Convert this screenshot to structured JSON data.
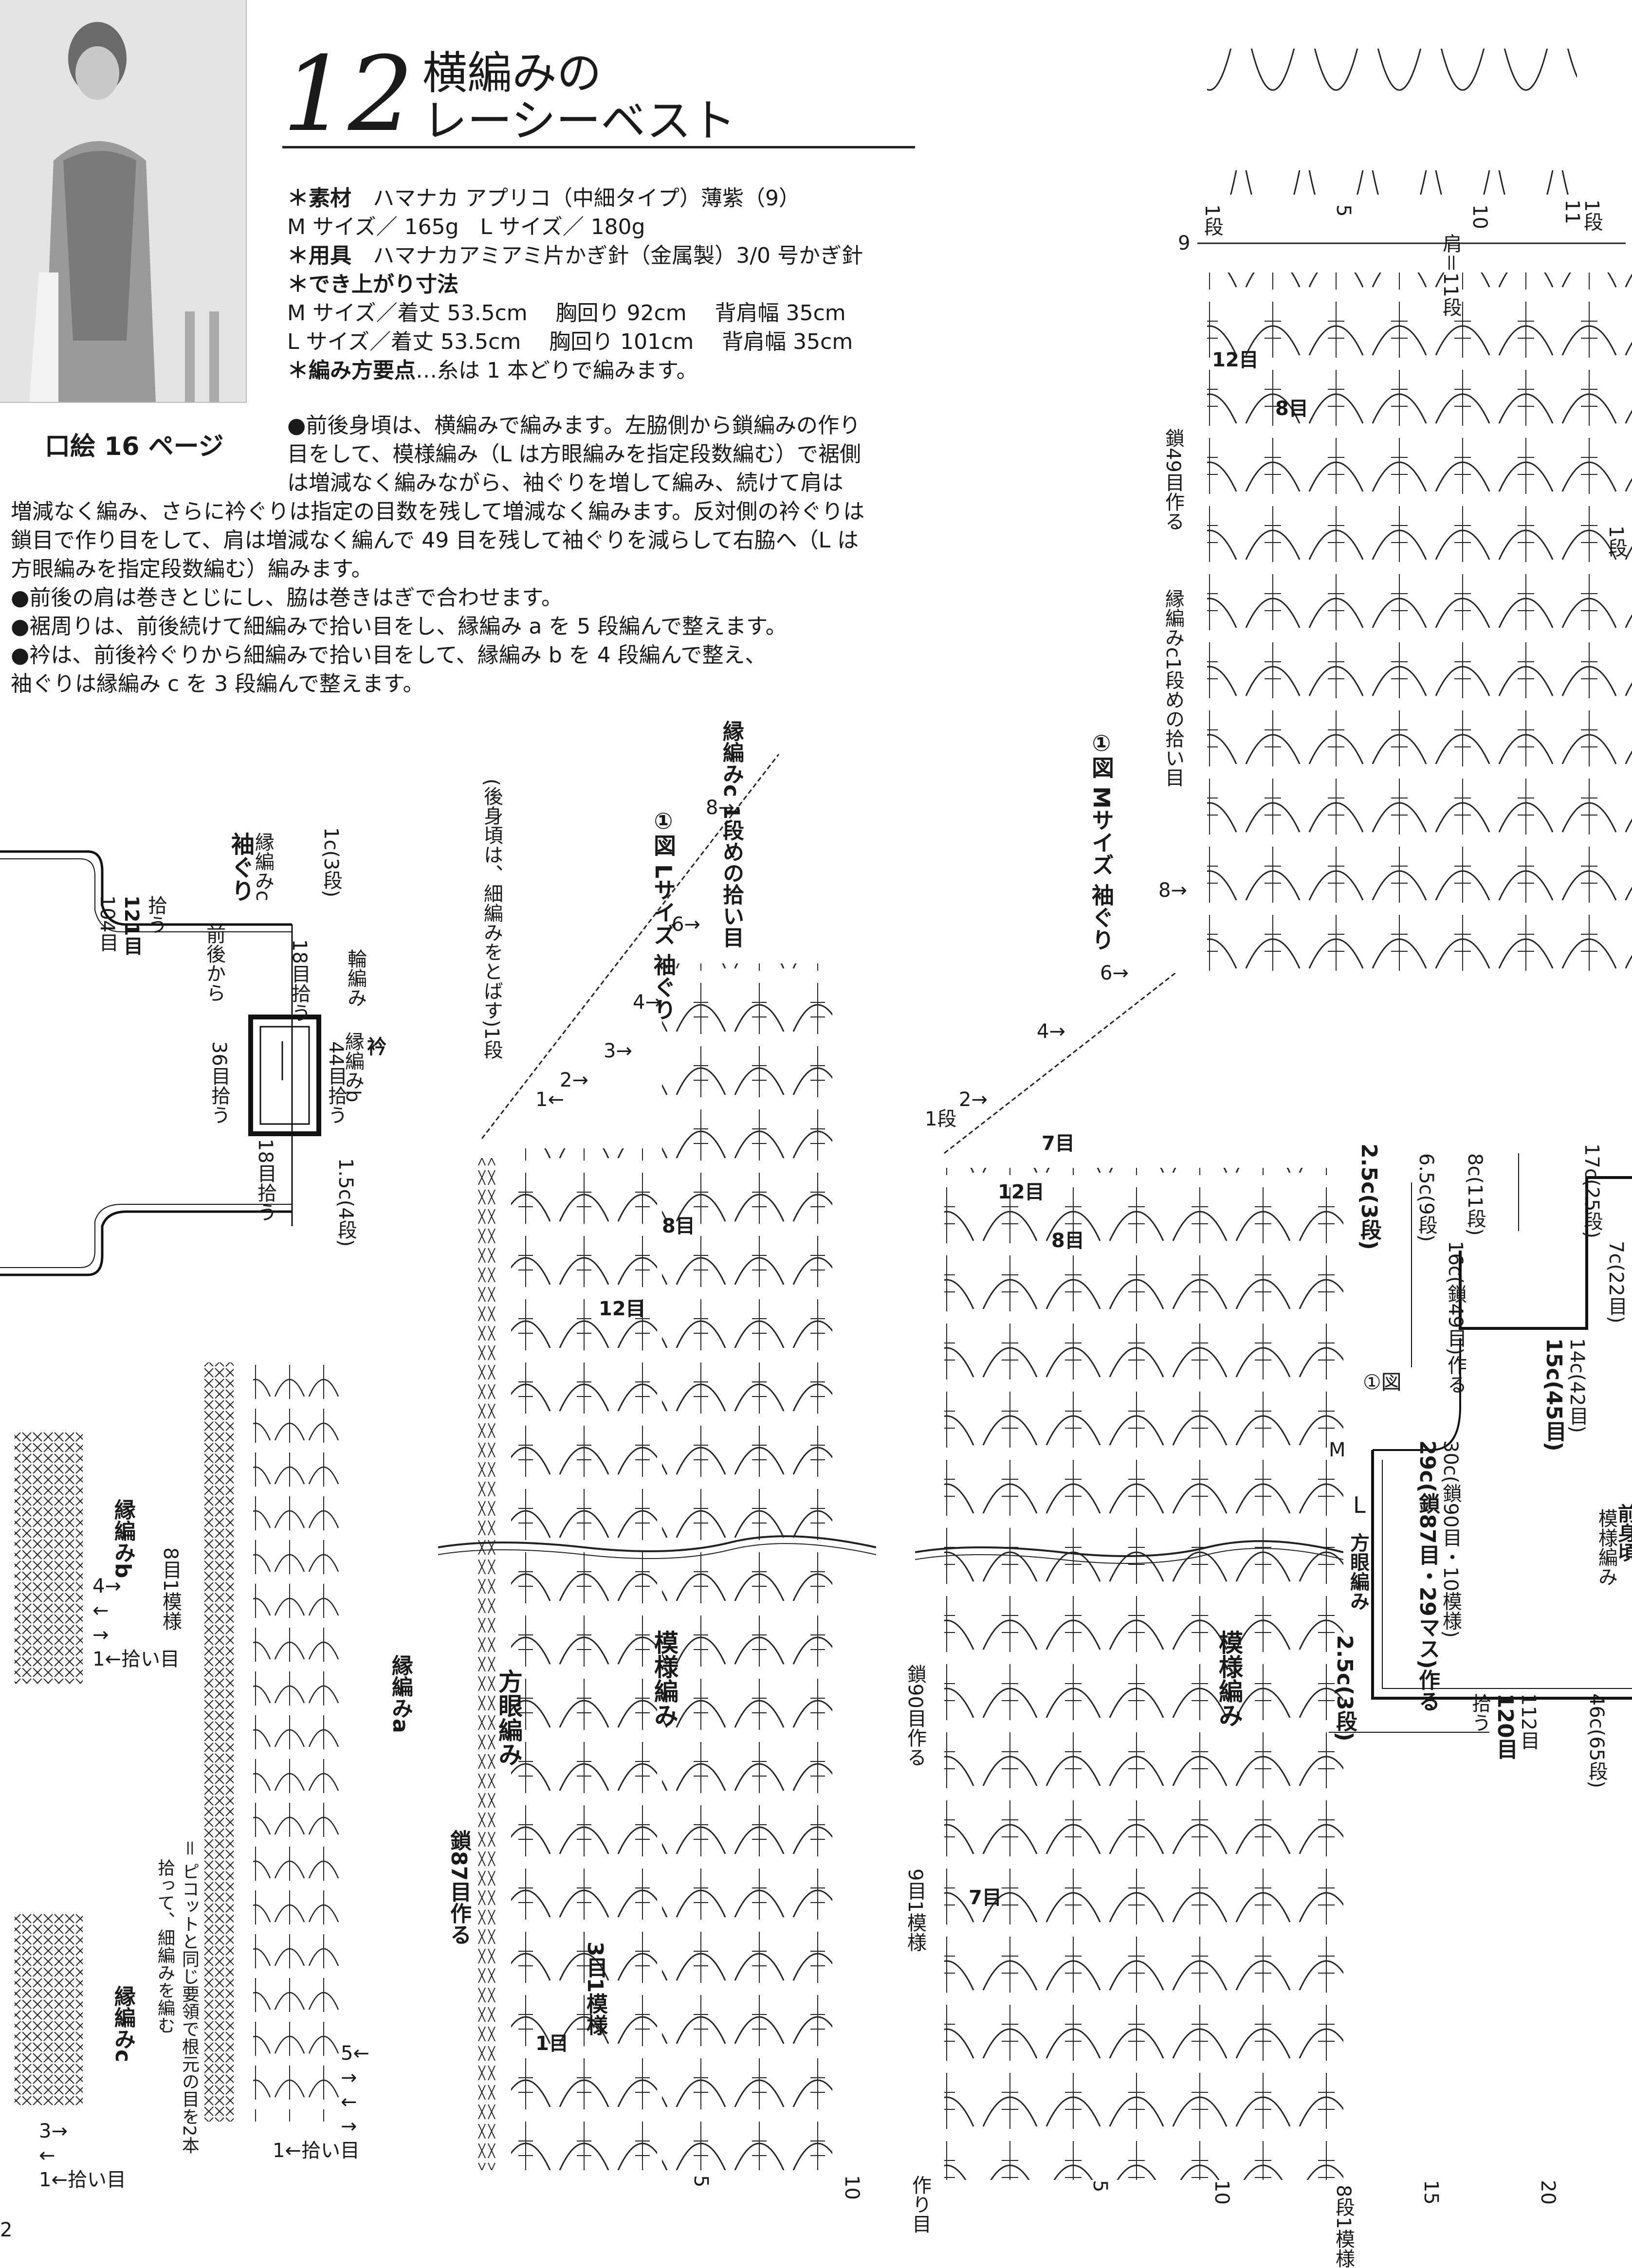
{
  "pattern": {
    "number": "12",
    "title_line1": "横編みの",
    "title_line2": "レーシーベスト",
    "color_page_ref": "口絵 16 ページ"
  },
  "spec": {
    "materials_label": "＊素材",
    "materials": "ハマナカ アプリコ（中細タイプ）薄紫（9）",
    "amounts": "M サイズ／ 165g　L サイズ／ 180g",
    "tools_label": "＊用具",
    "tools": "ハマナカアミアミ片かぎ針（金属製）3/0 号かぎ針",
    "size_label": "＊でき上がり寸法",
    "size_m": "M サイズ／着丈 53.5cm　 胸回り 92cm　 背肩幅 35cm",
    "size_l": "L サイズ／着丈 53.5cm　 胸回り 101cm　 背肩幅 35cm",
    "points_label": "＊編み方要点",
    "points_intro": "…糸は 1 本どりで編みます。"
  },
  "instructions": [
    "●前後身頃は、横編みで編みます。左脇側から鎖編みの作り",
    "目をして、模様編み（L は方眼編みを指定段数編む）で裾側",
    "は増減なく編みながら、袖ぐりを増して編み、続けて肩は",
    "増減なく編み、さらに衿ぐりは指定の目数を残して増減なく編みます。反対側の衿ぐりは",
    "鎖目で作り目をして、肩は増減なく編んで 49 目を残して袖ぐりを減らして右脇へ（L は",
    "方眼編みを指定段数編む）編みます。",
    "●前後の肩は巻きとじにし、脇は巻きはぎで合わせます。",
    "●裾周りは、前後続けて細編みで拾い目をし、縁編み a を 5 段編んで整えます。",
    "●衿は、前後衿ぐりから細編みで拾い目をして、縁編み b を 4 段編んで整え、",
    "袖ぐりは縁編み c を 3 段編んで整えます。"
  ],
  "collar_diagram": {
    "armhole_label": "袖ぐり",
    "armhole_edge": "縁編みc",
    "armhole_rows": "1c(3段)",
    "pickup_104": "104目",
    "pickup_121": "121目",
    "pickup_word": "拾う",
    "from_front_back": "前後から",
    "pick_18_top": "18目拾う",
    "pick_18_bottom": "18目拾う",
    "edge_ring": "輪編み",
    "collar_label": "衿",
    "collar_edge": "縁編みb",
    "pick_44": "44目拾う",
    "pick_36": "36目拾う",
    "collar_rows": "1.5c(4段)"
  },
  "edgings": {
    "edge_b": "縁編みb",
    "edge_b_repeat": "8目1模様",
    "edge_b_rows": [
      "4→",
      "←",
      "→",
      "1←拾い目"
    ],
    "edge_c": "縁編みc",
    "edge_c_rows": [
      "3→",
      "←",
      "1←拾い目"
    ],
    "edge_a": "縁編みa",
    "edge_a_rows": [
      "5←",
      "→",
      "←",
      "→",
      "1←拾い目"
    ],
    "picot_note_1": "＝ ピコットと同じ要領で根元の目を2本",
    "picot_note_2": "拾って、細編みを編む"
  },
  "l_size_chart": {
    "back_note": "(後身頃は、細編みをとばす)1段",
    "edge_pickup": "縁編みc 1段めの拾い目",
    "fig_label": "①図 Lサイズ 袖ぐり",
    "stitch_8": "8目",
    "stitch_12": "12目",
    "pattern_label": "模様編み",
    "grid_label": "方眼編み",
    "chain_87": "鎖87目作る",
    "repeat_3": "3目1模様",
    "row_1": "1目",
    "row_marks": [
      "8→",
      "6→",
      "4→",
      "3→",
      "2→",
      "1←"
    ],
    "bottom_nums": [
      "5",
      "10"
    ]
  },
  "m_size_chart": {
    "fig_label": "①図 Mサイズ 袖ぐり",
    "edge_pickup": "縁編みc1段めの拾い目",
    "chain_49": "鎖49目作る",
    "chain_90": "鎖90目作る",
    "repeat_9": "9目1模様",
    "stitch_7": "7目",
    "stitch_8": "8目",
    "stitch_12": "12目",
    "pattern_label": "模様編み",
    "start_label": "作り目",
    "row_marks": [
      "8→",
      "6→",
      "4→",
      "2→",
      "1段"
    ],
    "bottom_nums": [
      "5",
      "10",
      "15",
      "20"
    ],
    "bottom_repeat": "8段1模様",
    "top_nums": [
      "1段",
      "5",
      "10",
      "11"
    ],
    "shoulder_label": "肩＝11段",
    "row9": "9",
    "row1": "1段"
  },
  "schematic": {
    "r1": "17c(25段)",
    "r2": "8c(11段)",
    "r3": "6.5c(9段)",
    "r4": "2.5c(3段)",
    "r5": "7c(22目)",
    "r6": "16c(鎖49目)作る",
    "r7": "14c(42目)",
    "r8": "15c(45目)",
    "fig": "①図",
    "m": "M",
    "r9": "30c(鎖90目・10模様)",
    "r10": "29c(鎖87目・29マス)作る",
    "l": "L",
    "grid": "方眼編み",
    "r11": "2.5c(3段)",
    "r12": "46c(65段)",
    "r13": "112目",
    "r14": "120目",
    "pick": "拾う",
    "front_body": "前身頃",
    "pattern": "模様編み"
  },
  "page_number": "2"
}
